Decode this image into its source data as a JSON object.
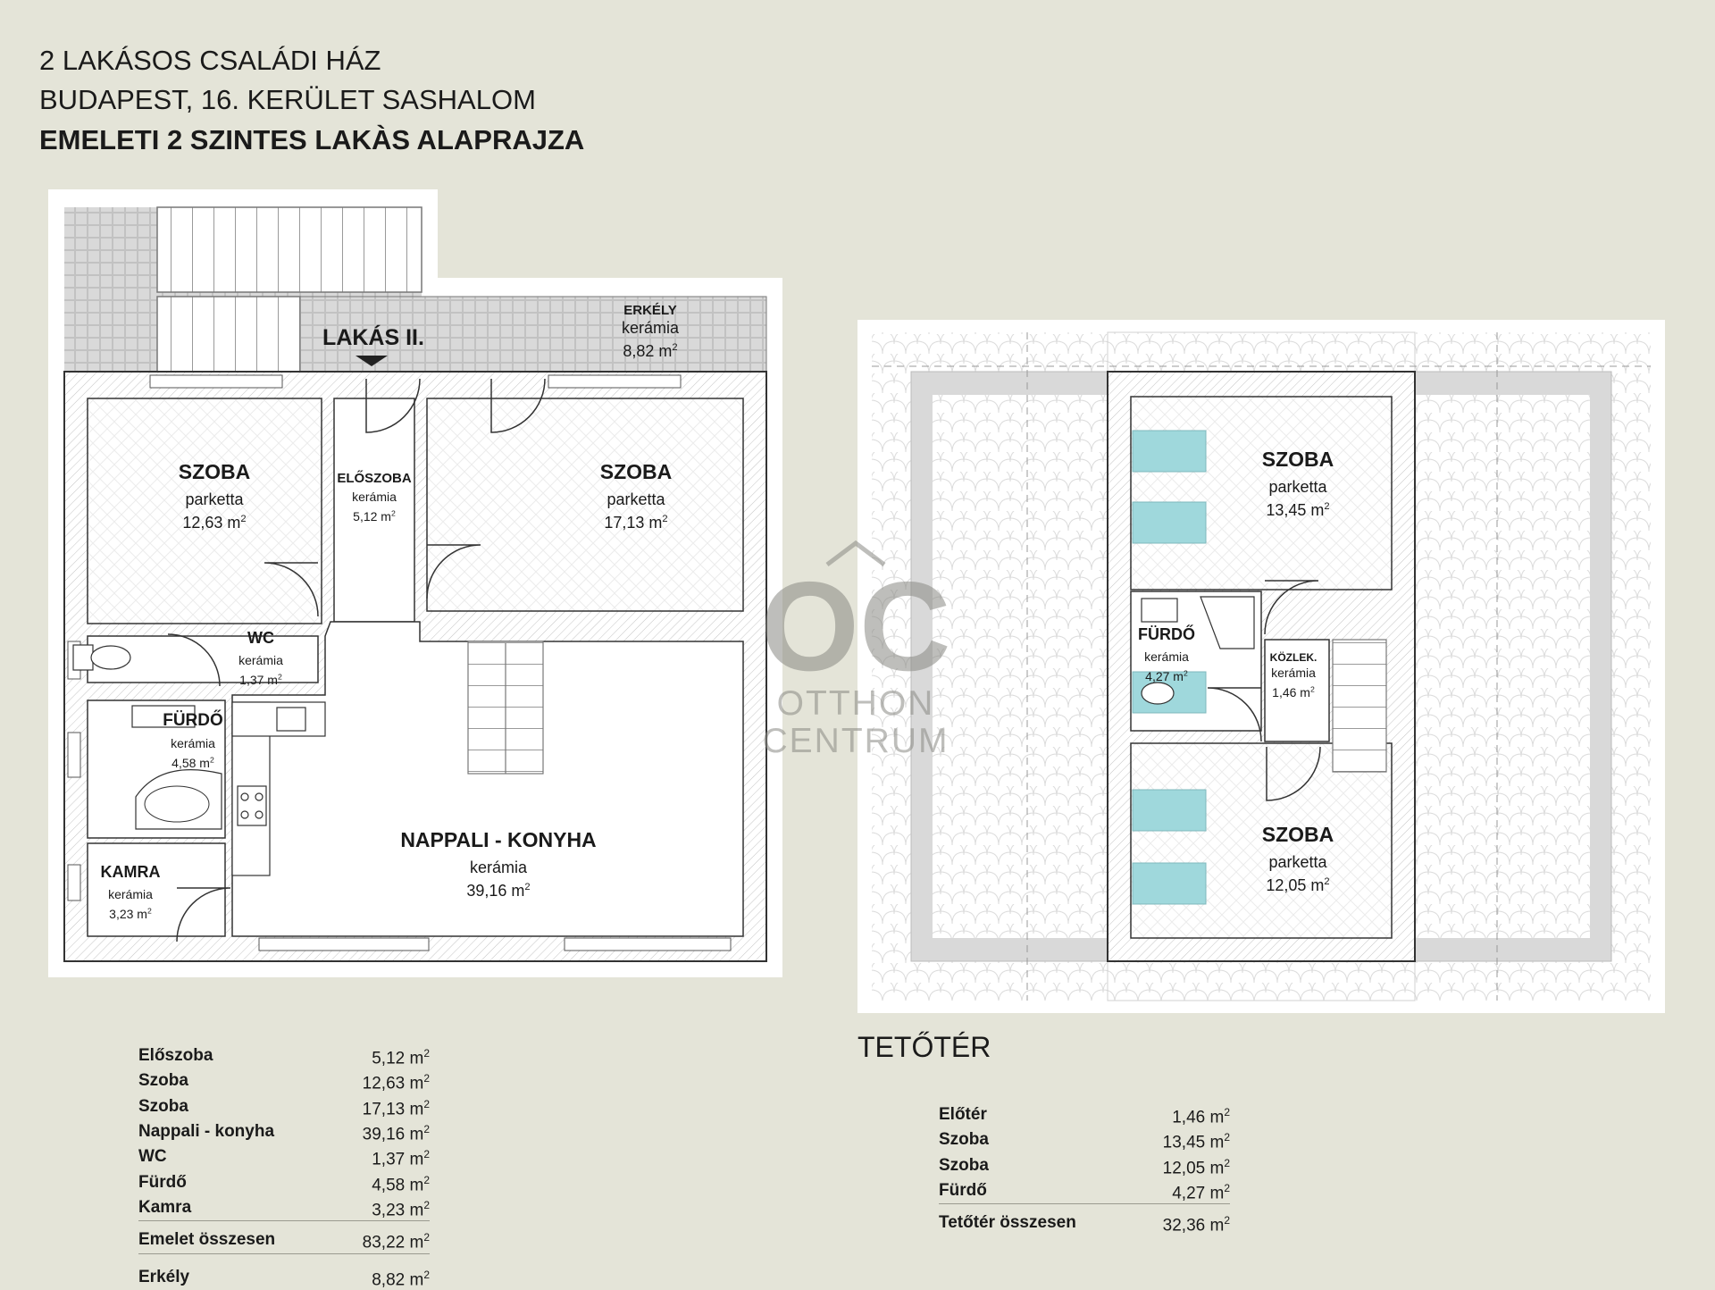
{
  "header": {
    "line1": "2 LAKÁSOS CSALÁDI HÁZ",
    "line2": "BUDAPEST, 16. KERÜLET SASHALOM",
    "line3": "EMELETI 2 SZINTES LAKÀS ALAPRAJZA"
  },
  "plan1": {
    "apartment": "LAKÁS II.",
    "rooms": [
      {
        "name": "ERKÉLY",
        "material": "kerámia",
        "area": "8,82 m",
        "id": "balcony"
      },
      {
        "name": "SZOBA",
        "material": "parketta",
        "area": "12,63 m",
        "id": "room-left"
      },
      {
        "name": "ELŐSZOBA",
        "material": "kerámia",
        "area": "5,12 m",
        "id": "hall"
      },
      {
        "name": "SZOBA",
        "material": "parketta",
        "area": "17,13 m",
        "id": "room-right"
      },
      {
        "name": "WC",
        "material": "kerámia",
        "area": "1,37 m",
        "id": "wc"
      },
      {
        "name": "FÜRDŐ",
        "material": "kerámia",
        "area": "4,58 m",
        "id": "bath"
      },
      {
        "name": "NAPPALI - KONYHA",
        "material": "kerámia",
        "area": "39,16 m",
        "id": "living"
      },
      {
        "name": "KAMRA",
        "material": "kerámia",
        "area": "3,23 m",
        "id": "pantry"
      }
    ]
  },
  "plan2": {
    "rooms": [
      {
        "name": "SZOBA",
        "material": "parketta",
        "area": "13,45 m",
        "id": "attic-room-top"
      },
      {
        "name": "FÜRDŐ",
        "material": "kerámia",
        "area": "4,27 m",
        "id": "attic-bath"
      },
      {
        "name": "KÖZLEK.",
        "material": "kerámia",
        "area": "1,46 m",
        "id": "corridor"
      },
      {
        "name": "SZOBA",
        "material": "parketta",
        "area": "12,05 m",
        "id": "attic-room-bottom"
      }
    ]
  },
  "watermark": {
    "mark": "OC",
    "line1": "OTTHON",
    "line2": "CENTRUM"
  },
  "attic_title": "TETŐTÉR",
  "floor_table": {
    "rows": [
      {
        "name": "Előszoba",
        "value": "5,12 m"
      },
      {
        "name": "Szoba",
        "value": "12,63 m"
      },
      {
        "name": "Szoba",
        "value": "17,13 m"
      },
      {
        "name": "Nappali - konyha",
        "value": "39,16 m"
      },
      {
        "name": "WC",
        "value": "1,37 m"
      },
      {
        "name": "Fürdő",
        "value": "4,58 m"
      },
      {
        "name": "Kamra",
        "value": "3,23 m"
      }
    ],
    "total": {
      "name": "Emelet összesen",
      "value": "83,22 m"
    },
    "balcony": {
      "name": "Erkély",
      "value": "8,82 m"
    }
  },
  "attic_table": {
    "rows": [
      {
        "name": "Előtér",
        "value": "1,46 m"
      },
      {
        "name": "Szoba",
        "value": "13,45 m"
      },
      {
        "name": "Szoba",
        "value": "12,05 m"
      },
      {
        "name": "Fürdő",
        "value": "4,27 m"
      }
    ],
    "total": {
      "name": "Tetőtér összesen",
      "value": "32,36 m"
    }
  },
  "unit_sup": "2",
  "colors": {
    "background": "#e4e4d8",
    "wall": "#ffffff",
    "wall_line": "#333333",
    "hatch": "#c8c8c8",
    "glass": "#9fd8dc"
  }
}
